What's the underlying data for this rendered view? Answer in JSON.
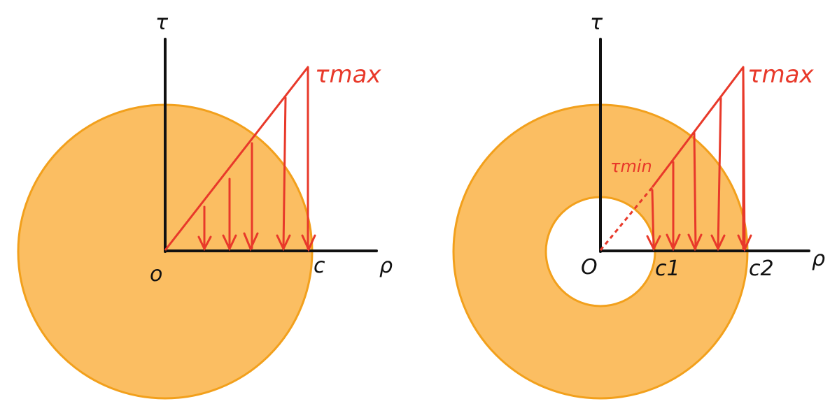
{
  "colors": {
    "fill": "#FBBE62",
    "edge": "#F2A01C",
    "axis": "#111111",
    "stress": "#E8392A",
    "background": "#FFFFFF"
  },
  "left_figure": {
    "axis_vertical_label": "τ",
    "axis_horizontal_label": "ρ",
    "origin_label": "o",
    "radius_label": "c",
    "max_label": "τmax"
  },
  "right_figure": {
    "axis_vertical_label": "τ",
    "axis_horizontal_label": "ρ",
    "origin_label": "O",
    "inner_radius_label": "c1",
    "outer_radius_label": "c2",
    "max_label": "τmax",
    "min_label": "τmin"
  }
}
